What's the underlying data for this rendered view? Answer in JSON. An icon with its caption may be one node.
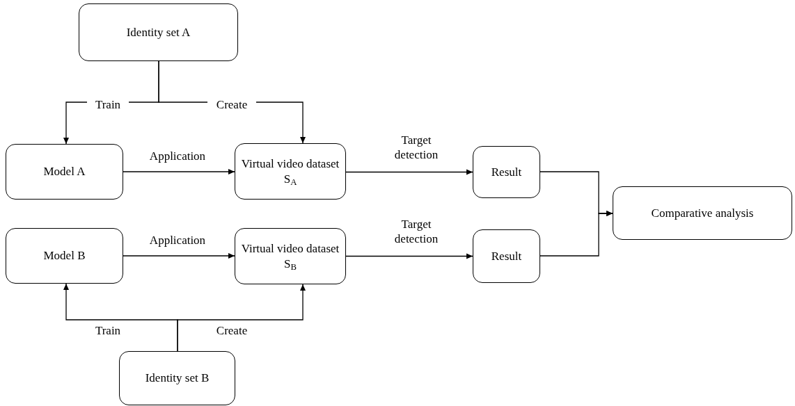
{
  "diagram": {
    "nodes": [
      {
        "text": [
          "Identity set A"
        ]
      },
      {
        "text": [
          "Model A"
        ]
      },
      {
        "text": [
          "Virtual video dataset S$_{A}$"
        ]
      },
      {
        "text": [
          "Result"
        ]
      },
      {
        "text": [
          "Comparative analysis"
        ]
      },
      {
        "text": [
          "Model B"
        ]
      },
      {
        "text": [
          "Virtual video dataset S$_{B}$"
        ]
      },
      {
        "text": [
          "Result"
        ]
      },
      {
        "text": [
          "Identity set B"
        ]
      }
    ],
    "edges": [
      {
        "from": 0,
        "to": 1,
        "arrow": "to",
        "label": "Train"
      },
      {
        "from": 0,
        "to": 2,
        "arrow": "to",
        "label": "Create"
      },
      {
        "from": 1,
        "to": 2,
        "arrow": "to",
        "label": "Application"
      },
      {
        "from": 2,
        "to": 3,
        "arrow": "to",
        "label": "Target detection"
      },
      {
        "from": 3,
        "to": 4,
        "arrow": "to"
      },
      {
        "from": 5,
        "to": 6,
        "arrow": "to",
        "label": "Application"
      },
      {
        "from": 6,
        "to": 7,
        "arrow": "to",
        "label": "Target detection"
      },
      {
        "from": 7,
        "to": 4,
        "arrow": "to"
      },
      {
        "from": 8,
        "to": 5,
        "arrow": "to",
        "label": "Train"
      },
      {
        "from": 8,
        "to": 6,
        "arrow": "to",
        "label": "Create"
      }
    ]
  }
}
